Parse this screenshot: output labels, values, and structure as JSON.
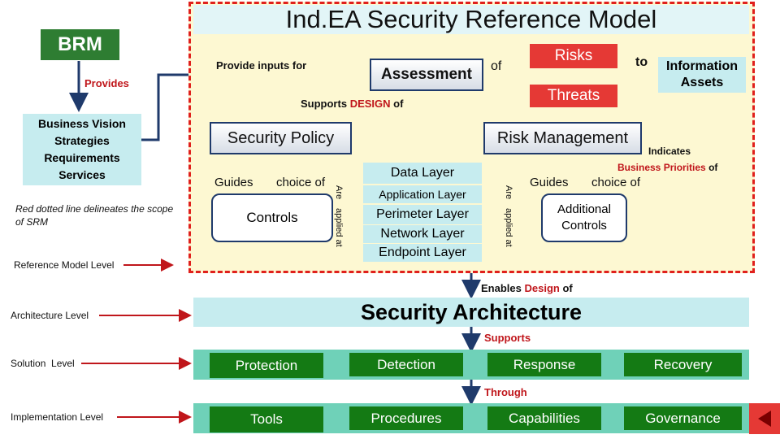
{
  "title": "Ind.EA Security Reference Model",
  "brm": "BRM",
  "provides": "Provides",
  "provide_inputs_for": "Provide inputs for",
  "assessment": "Assessment",
  "of": "of",
  "risks": "Risks",
  "threats": "Threats",
  "to": "to",
  "information_assets_line1": "Information",
  "information_assets_line2": "Assets",
  "supports_design_prefix": "Supports",
  "supports_design_word": "DESIGN",
  "supports_design_suffix": "of",
  "business_vision": [
    "Business Vision",
    "Strategies",
    "Requirements",
    "Services"
  ],
  "security_policy": "Security Policy",
  "risk_management": "Risk Management",
  "indicates": "Indicates",
  "business_priorities": "Business Priorities",
  "business_priorities_of": "of",
  "guides": "Guides",
  "choice_of": "choice of",
  "controls": "Controls",
  "additional_controls_line1": "Additional",
  "additional_controls_line2": "Controls",
  "are_applied_at_are": "Are",
  "are_applied_at_rest": "applied at",
  "layers": [
    "Data Layer",
    "Application Layer",
    "Perimeter Layer",
    "Network Layer",
    "Endpoint Layer"
  ],
  "scope_note": "Red dotted line delineates the scope of SRM",
  "levels": [
    "Reference Model Level",
    "Architecture Level",
    "Solution  Level",
    "Implementation Level"
  ],
  "enables_design_prefix": "Enables",
  "enables_design_word": "Design",
  "enables_design_suffix": "of",
  "security_architecture": "Security Architecture",
  "supports": "Supports",
  "solutions": [
    "Protection",
    "Detection",
    "Response",
    "Recovery"
  ],
  "through": "Through",
  "implementations": [
    "Tools",
    "Procedures",
    "Capabilities",
    "Governance"
  ],
  "nav_icon": "triangle-left-icon",
  "colors": {
    "scope_border": "#e0201c",
    "scope_fill": "#fdf8d2",
    "brand_green": "#147a14",
    "risk_red": "#e53935",
    "navy": "#1f3a6b",
    "teal": "#c6ecef",
    "band_green": "#6fd1b8"
  }
}
